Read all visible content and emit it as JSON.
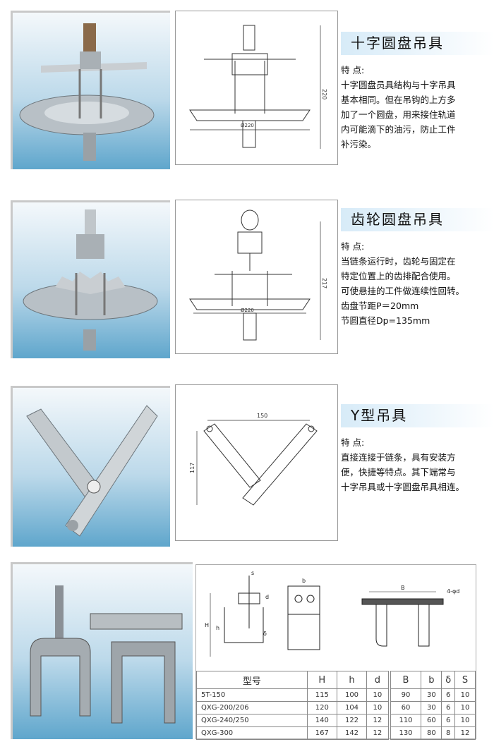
{
  "sections": [
    {
      "title": "十字圆盘吊具",
      "label": "特  点:",
      "lines": [
        "十字圆盘员具结构与十字吊具",
        "基本相同。但在吊钩的上方多",
        "加了一个圆盘，用来接住轨道",
        "内可能滴下的油污，防止工件",
        "补污染。"
      ],
      "dims": [
        "220",
        "Ø220"
      ]
    },
    {
      "title": "齿轮圆盘吊具",
      "label": "特  点:",
      "lines": [
        "当链条运行时，齿轮与固定在",
        "特定位置上的齿排配合使用。",
        "可使悬挂的工件做连续性回转。",
        "齿盘节距P＝20mm",
        "节圆直径Dp=135mm"
      ],
      "dims": [
        "217",
        "Ø220"
      ]
    },
    {
      "title": "Y型吊具",
      "label": "特  点:",
      "lines": [
        "直接连接于链条，具有安装方",
        "便，快捷等特点。其下端常与",
        "十字吊具或十字圆盘吊具相连。"
      ],
      "dims": [
        "150",
        "117"
      ]
    }
  ],
  "drawing4": {
    "labels": [
      "s",
      "d",
      "H",
      "h",
      "δ",
      "b",
      "B",
      "4-φd"
    ]
  },
  "table": {
    "headers": [
      "型号",
      "H",
      "h",
      "d",
      "B",
      "b",
      "δ",
      "S"
    ],
    "rows": [
      [
        "5T-150",
        "115",
        "100",
        "10",
        "90",
        "30",
        "6",
        "10"
      ],
      [
        "QXG-200/206",
        "120",
        "104",
        "10",
        "60",
        "30",
        "6",
        "10"
      ],
      [
        "QXG-240/250",
        "140",
        "122",
        "12",
        "110",
        "60",
        "6",
        "10"
      ],
      [
        "QXG-300",
        "167",
        "142",
        "12",
        "130",
        "80",
        "8",
        "12"
      ]
    ]
  }
}
